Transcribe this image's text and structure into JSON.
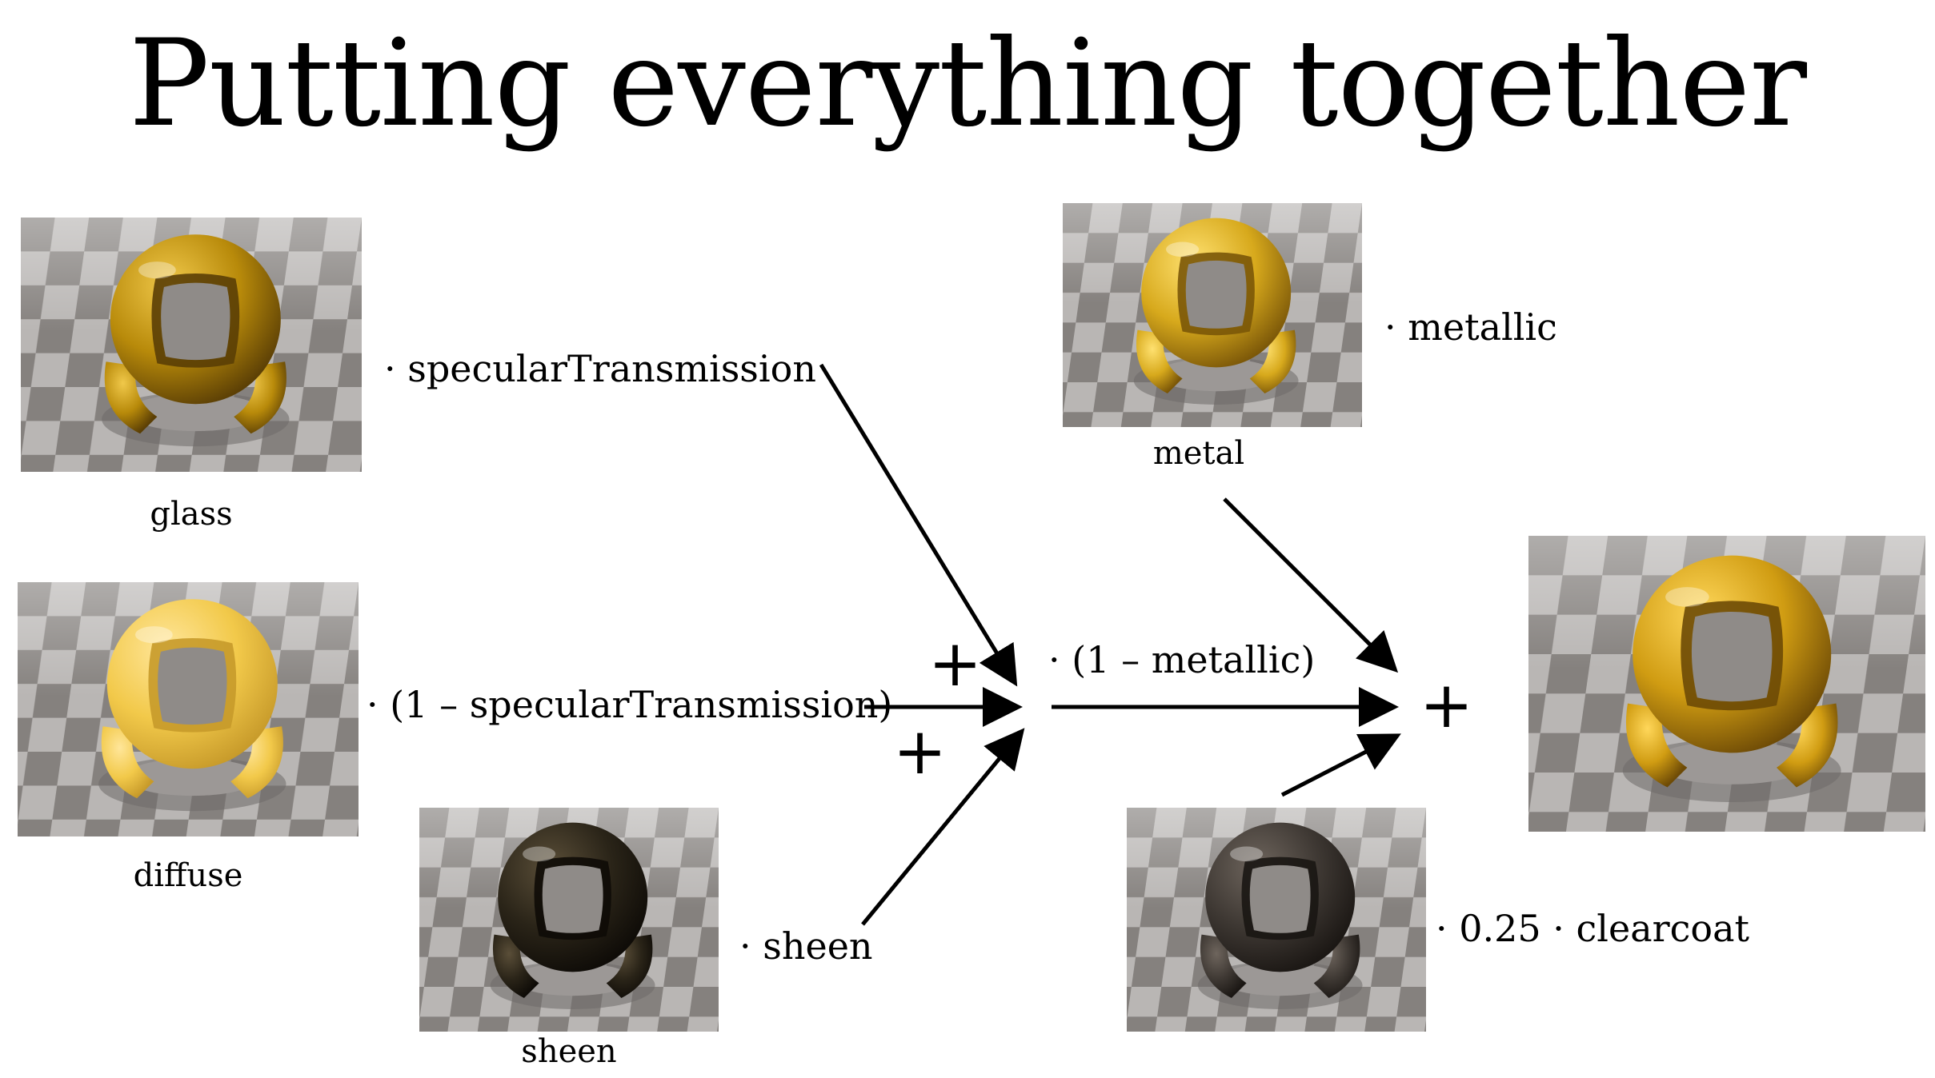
{
  "title": "Putting everything together",
  "captions": {
    "glass": "glass",
    "diffuse": "diffuse",
    "sheen": "sheen",
    "metal": "metal"
  },
  "terms": {
    "glass": "· specularTransmission",
    "diffuse": "· (1 – specularTransmission)",
    "sheen": "· sheen",
    "combined": "· (1 – metallic)",
    "metal": "· metallic",
    "clearcoat": "· 0.25 · clearcoat"
  },
  "operators": {
    "plus_top": "+",
    "plus_bottom": "+",
    "plus_final": "+"
  },
  "materials": {
    "glass": {
      "shell": "#b88a0a",
      "highlight": "#f0c84a",
      "shadow": "#5a3e05",
      "inner": "#8f8b88"
    },
    "diffuse": {
      "shell": "#f2c94a",
      "highlight": "#ffe69a",
      "shadow": "#c79a2a",
      "inner": "#8f8b88"
    },
    "sheen": {
      "shell": "#2a2418",
      "highlight": "#5a4e38",
      "shadow": "#0e0b07",
      "inner": "#8f8b88"
    },
    "metal": {
      "shell": "#d7a91c",
      "highlight": "#ffe170",
      "shadow": "#7a5608",
      "inner": "#8f8b88"
    },
    "clearcoat": {
      "shell": "#3e3833",
      "highlight": "#6e655d",
      "shadow": "#1a1613",
      "inner": "#8f8b88"
    },
    "result": {
      "shell": "#d09c12",
      "highlight": "#ffd75a",
      "shadow": "#6d4a06",
      "inner": "#8f8b88"
    }
  }
}
